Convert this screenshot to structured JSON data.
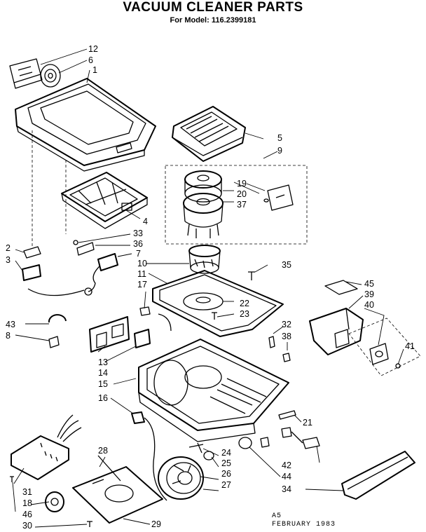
{
  "header": {
    "title": "VACUUM CLEANER PARTS",
    "subtitle": "For Model: 116.2399181"
  },
  "stamp": {
    "line1": "A5",
    "line2": "FEBRUARY 1983"
  },
  "callouts": [
    "12",
    "6",
    "1",
    "5",
    "9",
    "19",
    "20",
    "37",
    "4",
    "33",
    "2",
    "36",
    "3",
    "7",
    "10",
    "35",
    "11",
    "17",
    "45",
    "39",
    "40",
    "22",
    "23",
    "43",
    "8",
    "32",
    "38",
    "41",
    "13",
    "14",
    "15",
    "16",
    "21",
    "28",
    "24",
    "42",
    "25",
    "44",
    "26",
    "34",
    "27",
    "31",
    "18",
    "46",
    "30",
    "29"
  ],
  "colors": {
    "ink": "#000000",
    "paper": "#ffffff"
  }
}
